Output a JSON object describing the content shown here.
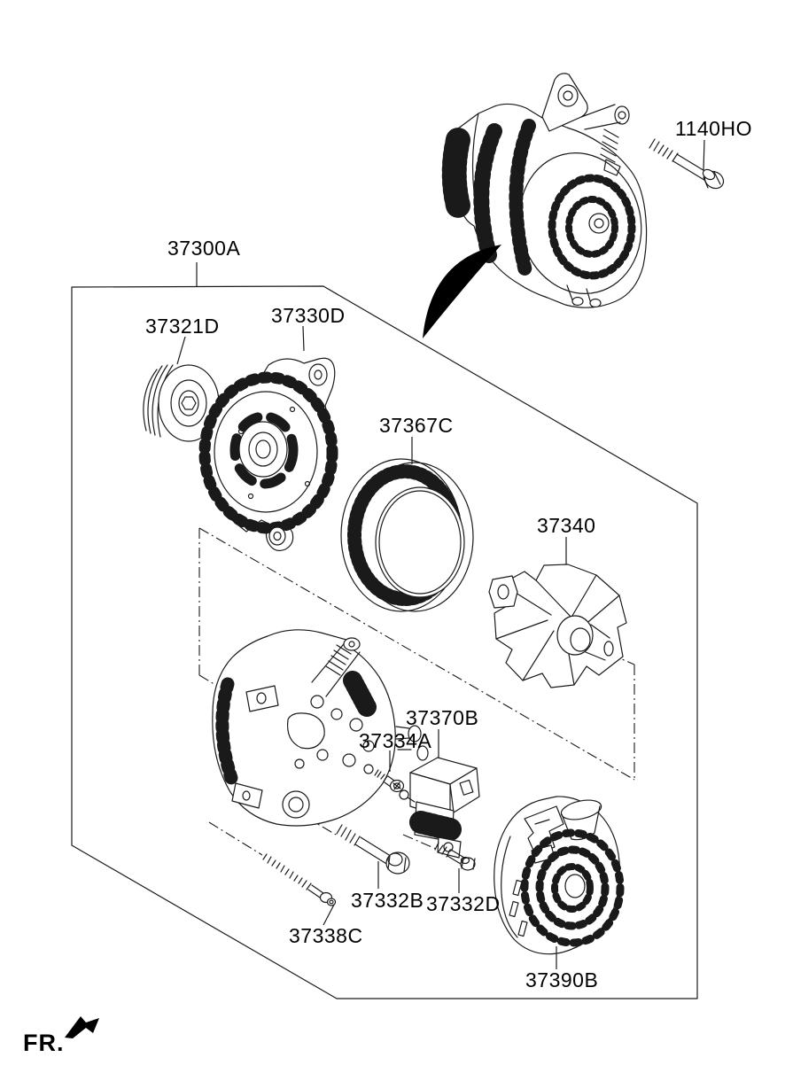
{
  "diagram": {
    "type": "exploded-parts-diagram",
    "subject": "alternator-generator-assembly",
    "direction_indicator": "FR.",
    "part_labels": {
      "1140HO": "1140HO",
      "37300A": "37300A",
      "37321D": "37321D",
      "37330D": "37330D",
      "37367C": "37367C",
      "37340": "37340",
      "37370B": "37370B",
      "37334A": "37334A",
      "37332B": "37332B",
      "37332D": "37332D",
      "37338C": "37338C",
      "37390B": "37390B"
    },
    "colors": {
      "line": "#1a1a1a",
      "background": "#ffffff"
    }
  }
}
